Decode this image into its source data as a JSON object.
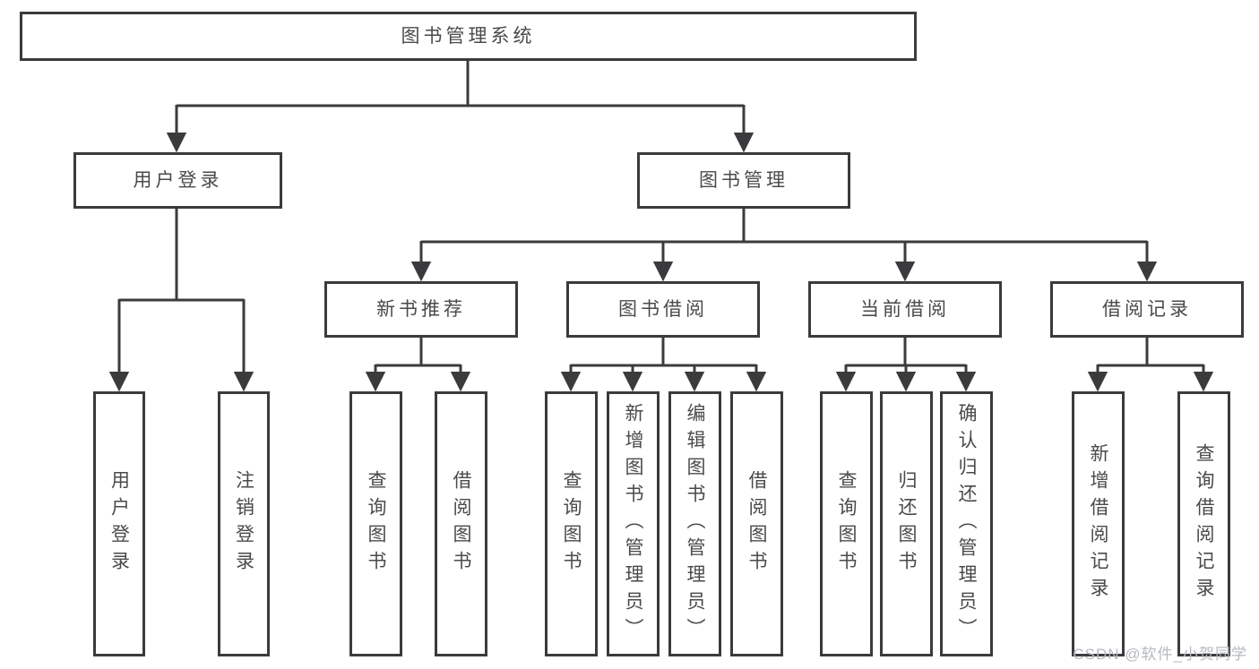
{
  "diagram": {
    "root": {
      "label": "图书管理系统"
    },
    "branches": [
      {
        "label": "用户登录",
        "children": [
          {
            "label": "用户登录"
          },
          {
            "label": "注销登录"
          }
        ]
      },
      {
        "label": "图书管理",
        "children": [
          {
            "label": "新书推荐",
            "children": [
              {
                "label": "查询图书"
              },
              {
                "label": "借阅图书"
              }
            ]
          },
          {
            "label": "图书借阅",
            "children": [
              {
                "label": "查询图书"
              },
              {
                "label": "新增图书（管理员）"
              },
              {
                "label": "编辑图书（管理员）"
              },
              {
                "label": "借阅图书"
              }
            ]
          },
          {
            "label": "当前借阅",
            "children": [
              {
                "label": "查询图书"
              },
              {
                "label": "归还图书"
              },
              {
                "label": "确认归还（管理员）"
              }
            ]
          },
          {
            "label": "借阅记录",
            "children": [
              {
                "label": "新增借阅记录"
              },
              {
                "label": "查询借阅记录"
              }
            ]
          }
        ]
      }
    ]
  },
  "watermark": {
    "text": "CSDN @软件_小贺同学"
  },
  "colors": {
    "background": "#ffffff",
    "line": "#3b3b3d",
    "box_border": "#3b3b3d",
    "text": "#4a4a4a",
    "watermark": "#b5b9bf"
  }
}
